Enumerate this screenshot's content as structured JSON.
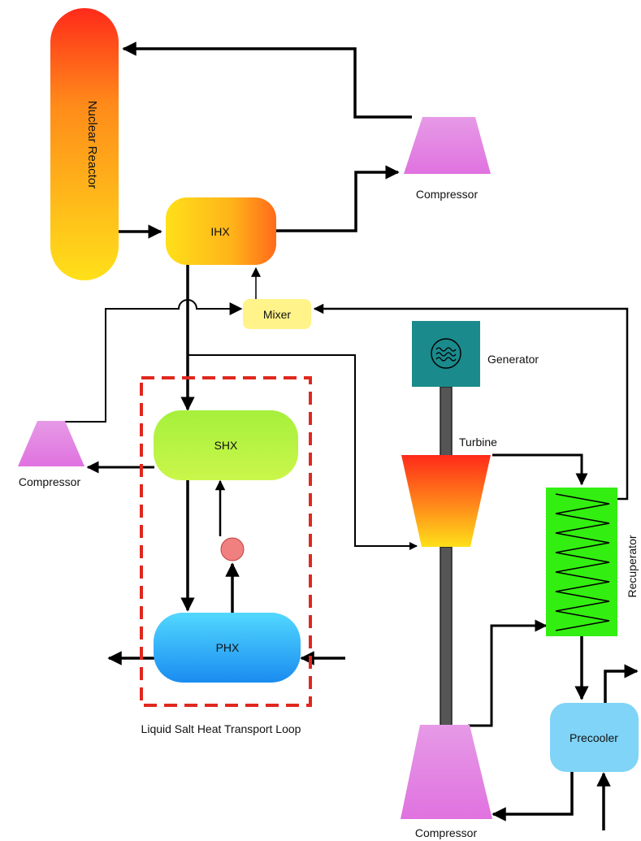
{
  "labels": {
    "nuclear_reactor": "Nuclear Reactor",
    "ihx": "IHX",
    "mixer": "Mixer",
    "shx": "SHX",
    "phx": "PHX",
    "generator": "Generator",
    "turbine": "Turbine",
    "recuperator": "Recuperator",
    "precooler": "Precooler",
    "compressor_top": "Compressor",
    "compressor_left": "Compressor",
    "compressor_bottom": "Compressor",
    "loop": "Liquid Salt Heat Transport Loop"
  },
  "colors": {
    "line": "#000000",
    "loop_border": "#e0281e",
    "mixer_fill": "#fff38a",
    "generator_fill": "#1a8a8c",
    "recuperator_fill": "#33ee11",
    "precooler_fill": "#7fd4f7",
    "compressor_fill": "#e07fe0",
    "shaft": "#555555",
    "pump_fill": "#f08080"
  }
}
